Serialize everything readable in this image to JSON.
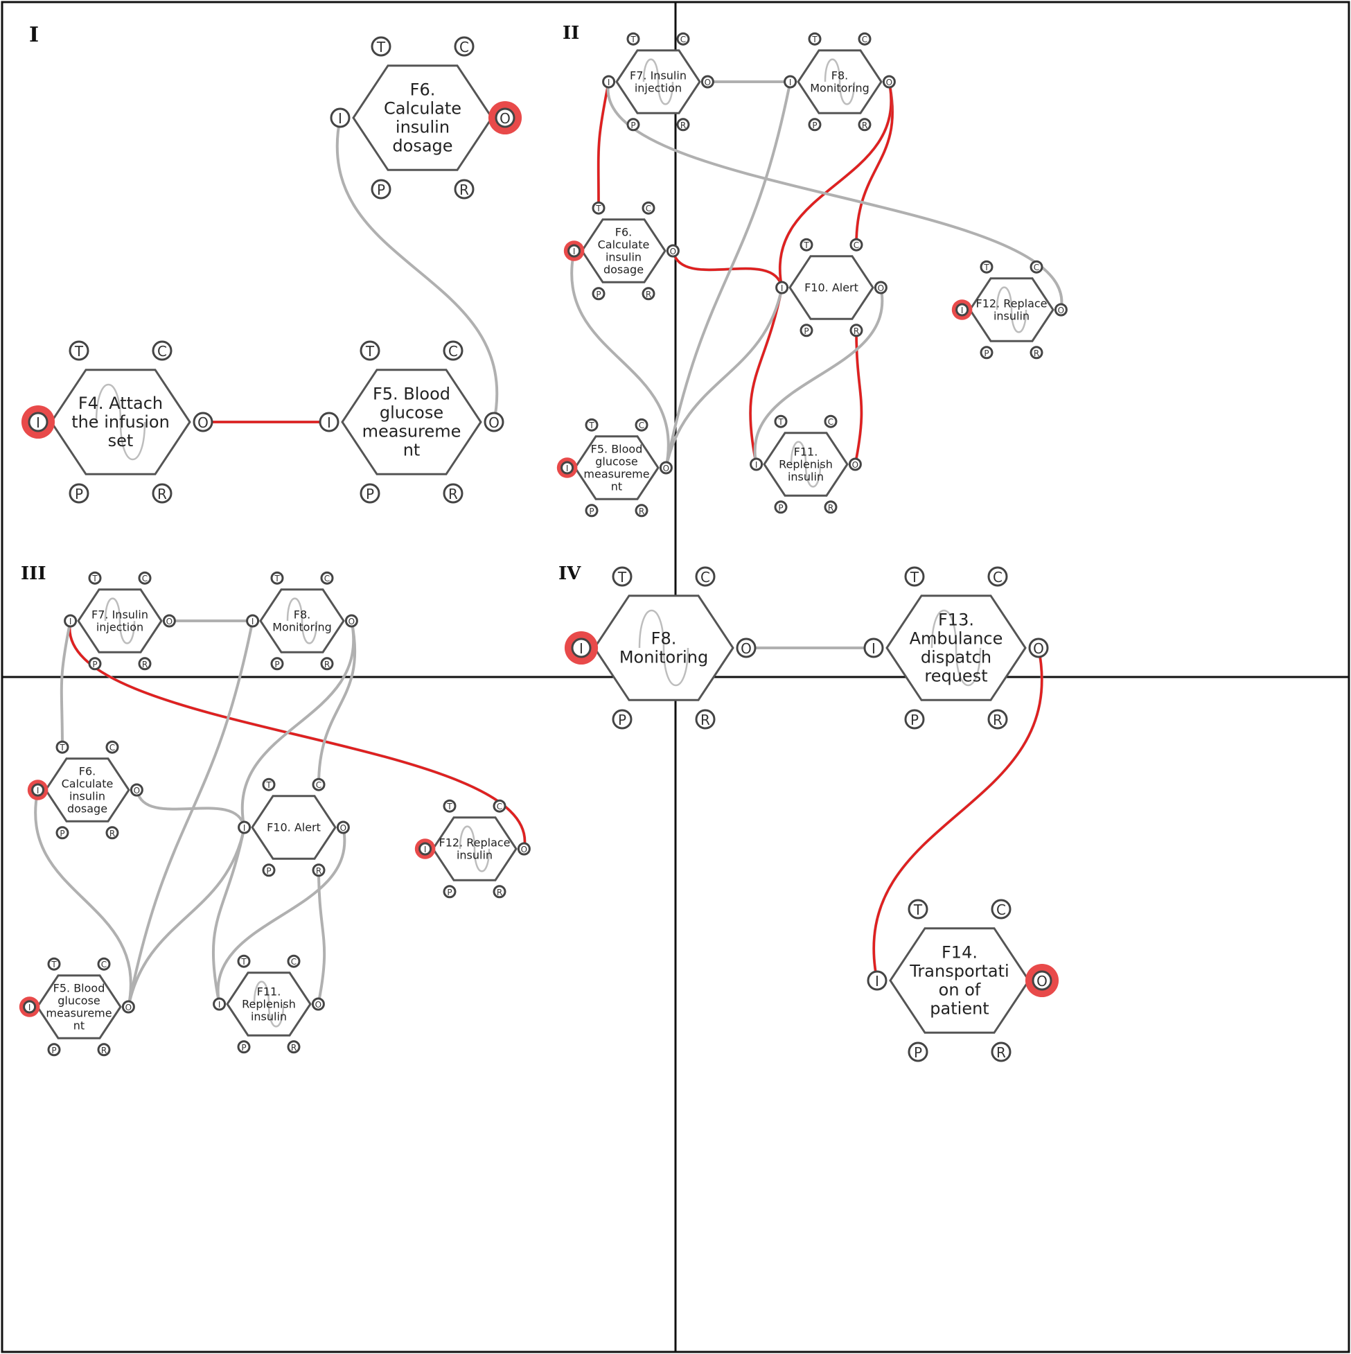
{
  "colors": {
    "background": "#ffffff",
    "hex_stroke": "#555555",
    "grey_link": "#b0b0b0",
    "red_link": "#e02020",
    "highlight": "#e84a4a",
    "border": "#111111"
  },
  "aspect_letters": [
    "T",
    "C",
    "I",
    "O",
    "P",
    "R"
  ],
  "panels": [
    {
      "label": "I",
      "functions": [
        {
          "id": "F6",
          "lines": [
            "F6.",
            "Calculate",
            "insulin",
            "dosage"
          ],
          "wave": false,
          "highlight": [
            "O"
          ]
        },
        {
          "id": "F4",
          "lines": [
            "F4. Attach",
            "the infusion",
            "set"
          ],
          "wave": true,
          "highlight": [
            "I"
          ]
        },
        {
          "id": "F5",
          "lines": [
            "F5. Blood",
            "glucose",
            "measureme",
            "nt"
          ],
          "wave": false,
          "highlight": []
        }
      ],
      "links": [
        {
          "from": "F4.O",
          "to": "F5.I",
          "color": "red"
        },
        {
          "from": "F5.O",
          "to": "F6.I",
          "color": "grey"
        }
      ]
    },
    {
      "label": "II",
      "functions": [
        {
          "id": "F7",
          "lines": [
            "F7. Insulin",
            "injection"
          ],
          "wave": true,
          "highlight": []
        },
        {
          "id": "F8",
          "lines": [
            "F8.",
            "Monitoring"
          ],
          "wave": true,
          "highlight": []
        },
        {
          "id": "F6",
          "lines": [
            "F6.",
            "Calculate",
            "insulin",
            "dosage"
          ],
          "wave": false,
          "highlight": [
            "I"
          ]
        },
        {
          "id": "F10",
          "lines": [
            "F10. Alert"
          ],
          "wave": false,
          "highlight": []
        },
        {
          "id": "F12",
          "lines": [
            "F12. Replace",
            "insulin"
          ],
          "wave": true,
          "highlight": [
            "I"
          ]
        },
        {
          "id": "F5",
          "lines": [
            "F5. Blood",
            "glucose",
            "measureme",
            "nt"
          ],
          "wave": false,
          "highlight": [
            "I"
          ]
        },
        {
          "id": "F11",
          "lines": [
            "F11.",
            "Replenish",
            "insulin"
          ],
          "wave": true,
          "highlight": []
        }
      ],
      "links": [
        {
          "from": "F7.O",
          "to": "F8.I",
          "color": "grey"
        },
        {
          "from": "F7.I",
          "to": "F6.T",
          "color": "red"
        },
        {
          "from": "F6.O",
          "to": "F10.I",
          "color": "red"
        },
        {
          "from": "F8.O",
          "to": "F10.C",
          "color": "red"
        },
        {
          "from": "F8.O",
          "to": "F10.I",
          "color": "red"
        },
        {
          "from": "F10.I",
          "to": "F11.I",
          "color": "red"
        },
        {
          "from": "F10.R",
          "to": "F11.O",
          "color": "red"
        },
        {
          "from": "F7.I",
          "to": "F12.O",
          "color": "grey"
        },
        {
          "from": "F5.O",
          "to": "F8.I",
          "color": "grey"
        },
        {
          "from": "F5.O",
          "to": "F10.I",
          "color": "grey"
        },
        {
          "from": "F6.I",
          "to": "F5.O",
          "color": "grey"
        },
        {
          "from": "F10.O",
          "to": "F11.I",
          "color": "grey"
        }
      ]
    },
    {
      "label": "III",
      "functions": [
        {
          "id": "F7",
          "lines": [
            "F7. Insulin",
            "injection"
          ],
          "wave": true,
          "highlight": []
        },
        {
          "id": "F8",
          "lines": [
            "F8.",
            "Monitoring"
          ],
          "wave": true,
          "highlight": []
        },
        {
          "id": "F6",
          "lines": [
            "F6.",
            "Calculate",
            "insulin",
            "dosage"
          ],
          "wave": false,
          "highlight": [
            "I"
          ]
        },
        {
          "id": "F10",
          "lines": [
            "F10. Alert"
          ],
          "wave": false,
          "highlight": []
        },
        {
          "id": "F12",
          "lines": [
            "F12. Replace",
            "insulin"
          ],
          "wave": true,
          "highlight": [
            "I"
          ]
        },
        {
          "id": "F5",
          "lines": [
            "F5. Blood",
            "glucose",
            "measureme",
            "nt"
          ],
          "wave": false,
          "highlight": [
            "I"
          ]
        },
        {
          "id": "F11",
          "lines": [
            "F11.",
            "Replenish",
            "insulin"
          ],
          "wave": true,
          "highlight": []
        }
      ],
      "links": [
        {
          "from": "F7.O",
          "to": "F8.I",
          "color": "grey"
        },
        {
          "from": "F7.I",
          "to": "F12.O",
          "color": "red"
        },
        {
          "from": "F7.I",
          "to": "F6.T",
          "color": "grey"
        },
        {
          "from": "F6.O",
          "to": "F10.I",
          "color": "grey"
        },
        {
          "from": "F8.O",
          "to": "F10.C",
          "color": "grey"
        },
        {
          "from": "F8.O",
          "to": "F10.I",
          "color": "grey"
        },
        {
          "from": "F10.I",
          "to": "F11.I",
          "color": "grey"
        },
        {
          "from": "F10.R",
          "to": "F11.O",
          "color": "grey"
        },
        {
          "from": "F5.O",
          "to": "F8.I",
          "color": "grey"
        },
        {
          "from": "F5.O",
          "to": "F10.I",
          "color": "grey"
        },
        {
          "from": "F6.I",
          "to": "F5.O",
          "color": "grey"
        },
        {
          "from": "F10.O",
          "to": "F11.I",
          "color": "grey"
        }
      ]
    },
    {
      "label": "IV",
      "functions": [
        {
          "id": "F8",
          "lines": [
            "F8.",
            "Monitoring"
          ],
          "wave": true,
          "highlight": [
            "I"
          ]
        },
        {
          "id": "F13",
          "lines": [
            "F13.",
            "Ambulance",
            "dispatch",
            "request"
          ],
          "wave": true,
          "highlight": []
        },
        {
          "id": "F14",
          "lines": [
            "F14.",
            "Transportati",
            "on of",
            "patient"
          ],
          "wave": false,
          "highlight": [
            "O"
          ]
        }
      ],
      "links": [
        {
          "from": "F8.O",
          "to": "F13.I",
          "color": "grey"
        },
        {
          "from": "F13.O",
          "to": "F14.I",
          "color": "red"
        }
      ]
    }
  ]
}
